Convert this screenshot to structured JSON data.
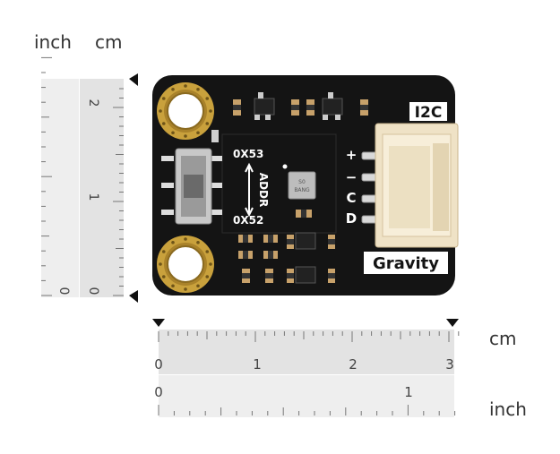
{
  "vertical_ruler": {
    "left_unit": "inch",
    "right_unit": "cm",
    "cm_marks": [
      "2",
      "1",
      "0"
    ],
    "inch_marks": [
      "0"
    ]
  },
  "horizontal_ruler": {
    "top_unit": "cm",
    "bottom_unit": "inch",
    "cm_marks": [
      "0",
      "1",
      "2",
      "3"
    ],
    "inch_marks": [
      "0",
      "1"
    ]
  },
  "board": {
    "brand_label": "Gravity",
    "interface_label": "I2C",
    "addr_label": "ADDR",
    "addr_high": "0X53",
    "addr_low": "0X52",
    "pin_labels": [
      "+",
      "−",
      "C",
      "D"
    ],
    "sensor_text": "S0\nBANG",
    "colors": {
      "pcb": "#141414",
      "silkscreen": "#ffffff",
      "gold": "#c9a13c",
      "connector": "#efe2c6"
    }
  }
}
